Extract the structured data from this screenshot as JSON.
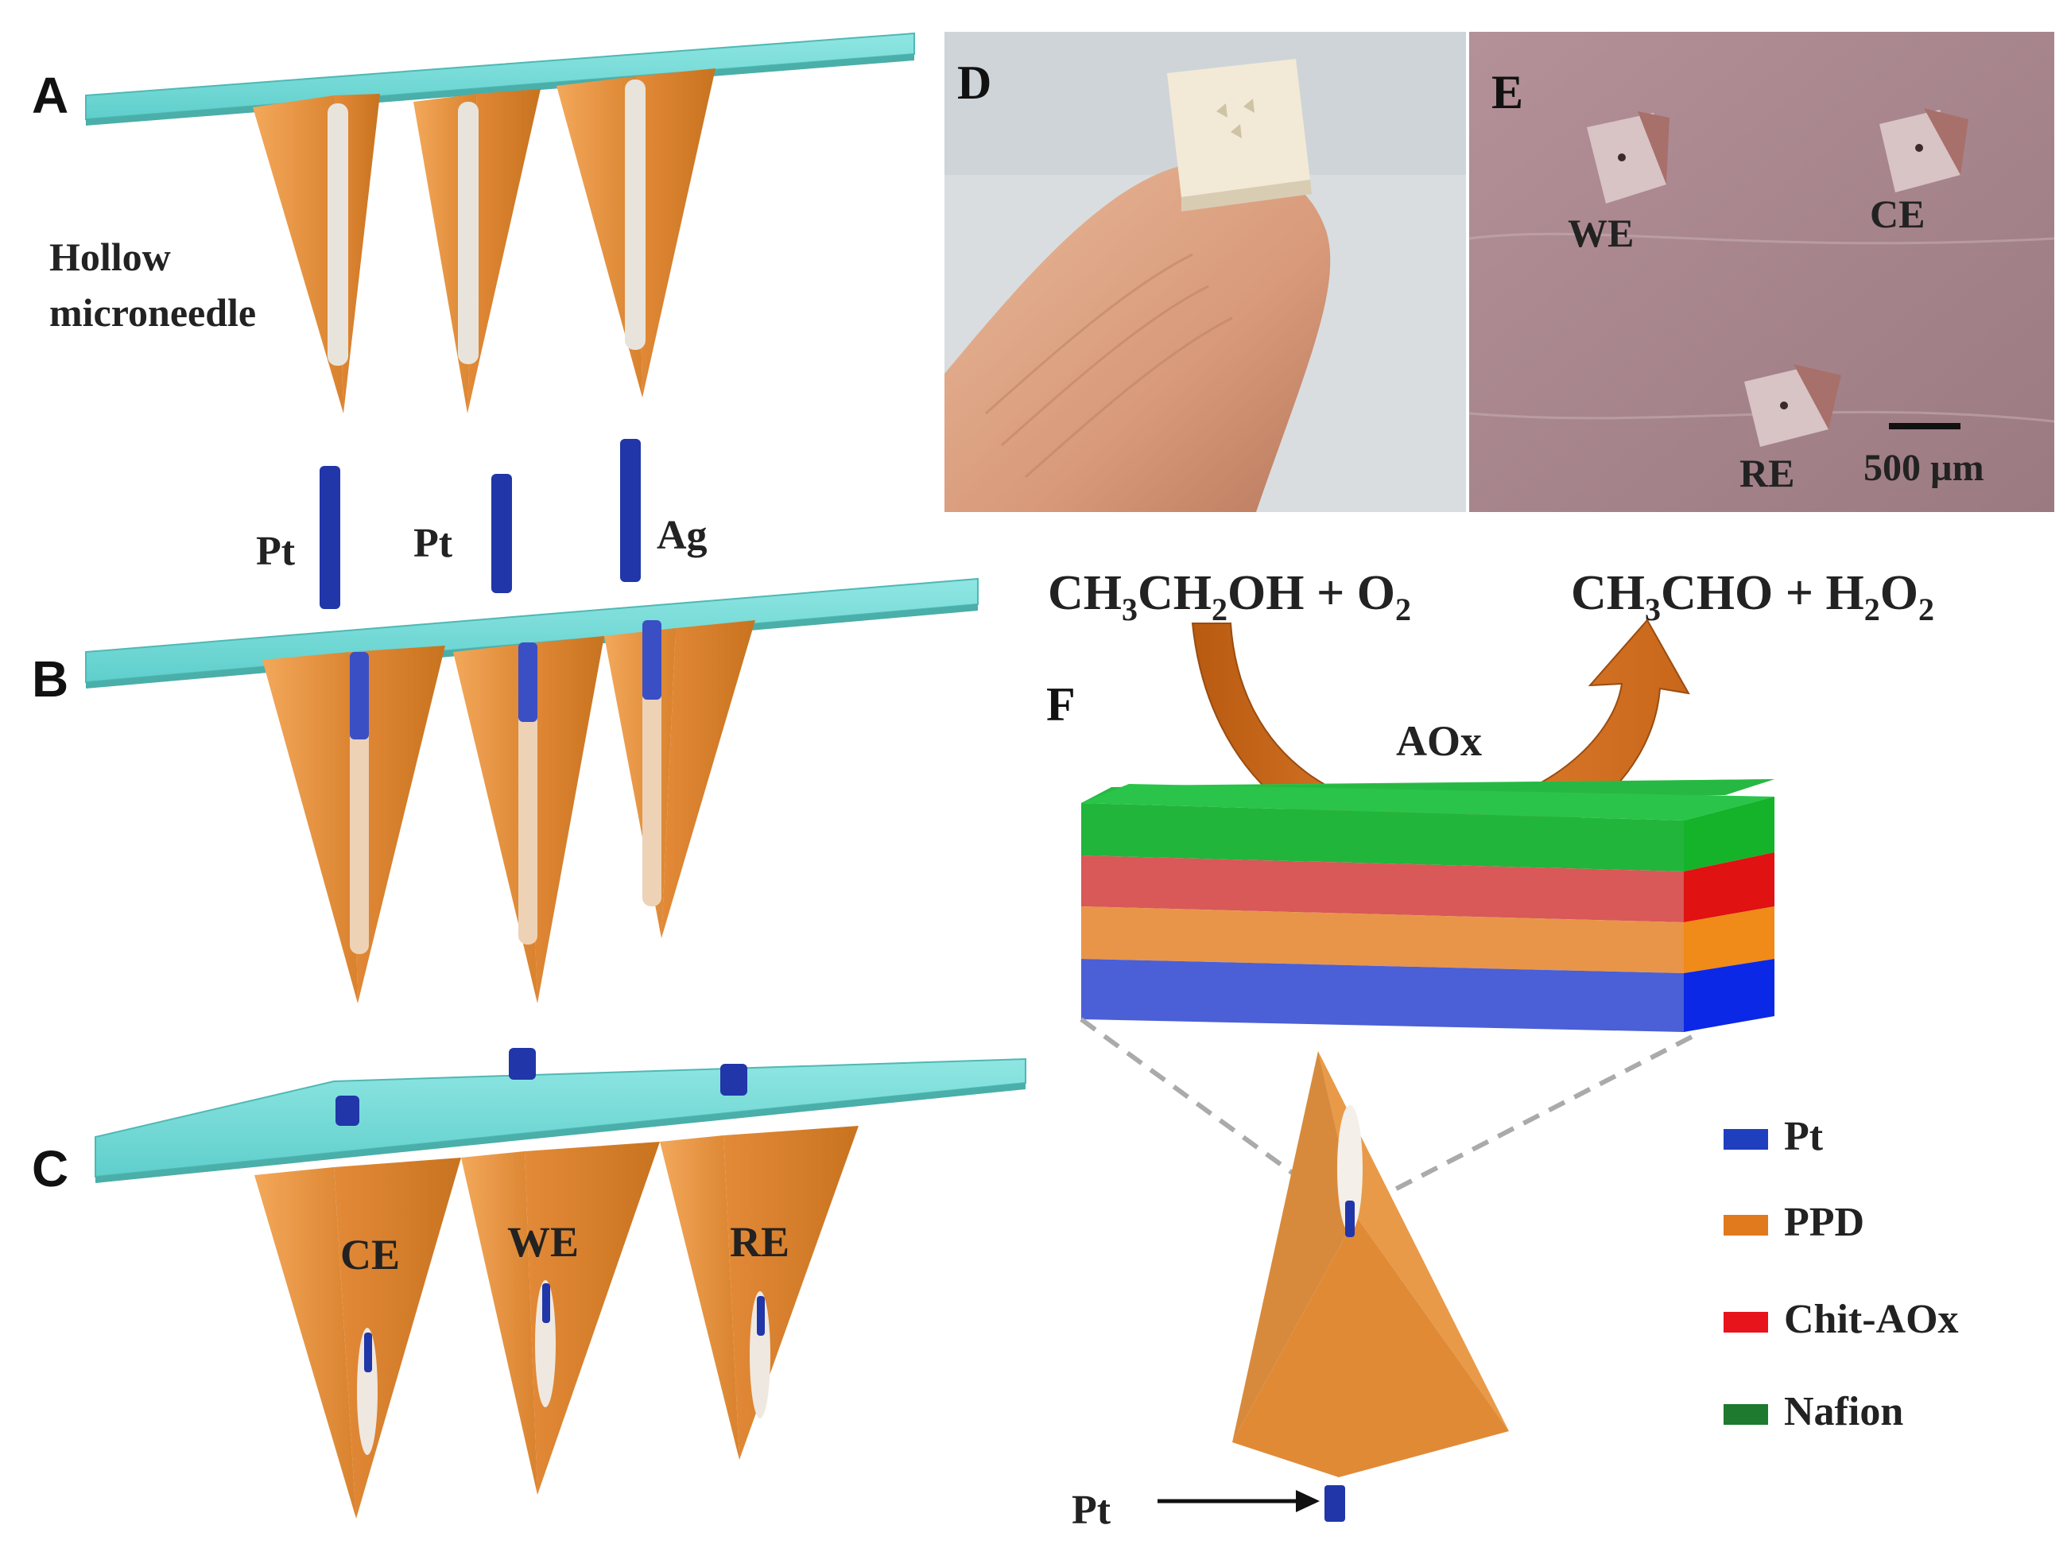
{
  "panels": {
    "A": {
      "letter": "A",
      "caption_line1": "Hollow",
      "caption_line2": "microneedle"
    },
    "B": {
      "letter": "B",
      "wire1": "Pt",
      "wire2": "Pt",
      "wire3": "Ag"
    },
    "C": {
      "letter": "C",
      "needle1": "CE",
      "needle2": "WE",
      "needle3": "RE"
    },
    "D": {
      "letter": "D"
    },
    "E": {
      "letter": "E",
      "we": "WE",
      "ce": "CE",
      "re": "RE",
      "scalebar": "500 µm"
    },
    "F": {
      "letter": "F",
      "eq_left": {
        "a": "CH",
        "s1": "3",
        "b": "CH",
        "s2": "2",
        "c": "OH + O",
        "s3": "2"
      },
      "eq_right": {
        "a": "CH",
        "s1": "3",
        "b": "CHO +  H",
        "s2": "2",
        "c": "O",
        "s3": "2"
      },
      "enzyme": "AOx",
      "pointer": "Pt",
      "legend": [
        {
          "label": "Pt",
          "color": "#1f3fbf"
        },
        {
          "label": "PPD",
          "color": "#e07a1c"
        },
        {
          "label": "Chit-AOx",
          "color": "#e8141c"
        },
        {
          "label": "Nafion",
          "color": "#1d7a2e"
        }
      ]
    }
  },
  "colors": {
    "plate": "#6fd9d6",
    "needle": "#e8933f",
    "wire": "#2136a8",
    "arrow": "#d06b18",
    "layer_nafion": "#21b53b",
    "layer_chit": "#d95858",
    "layer_ppd": "#e8954a",
    "layer_pt": "#4b5fd6"
  }
}
